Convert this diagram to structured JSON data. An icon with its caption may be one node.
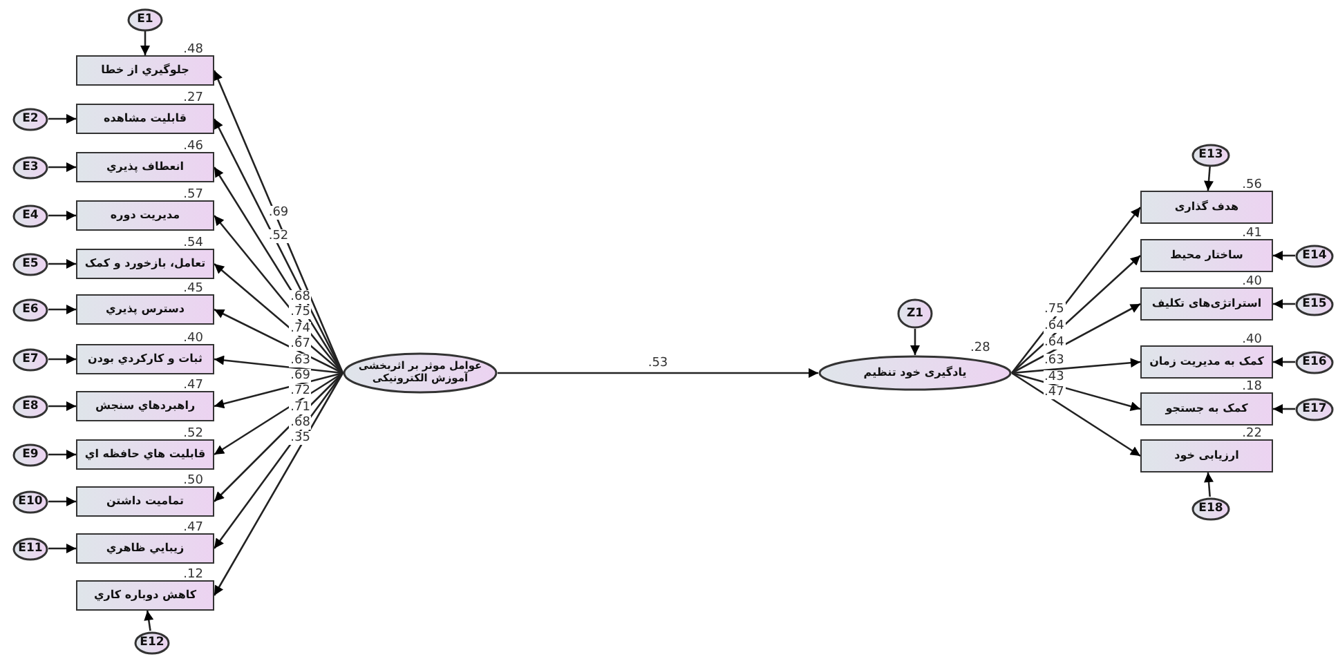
{
  "diagram": {
    "nodes": [
      {
        "text": [
          "جلوگيري از خطا"
        ],
        "beside": [
          ".48"
        ]
      },
      {
        "text": [
          "قابليت مشاهده"
        ],
        "beside": [
          ".27"
        ]
      },
      {
        "text": [
          "انعطاف پذيري"
        ],
        "beside": [
          ".46"
        ]
      },
      {
        "text": [
          "مديريت دوره"
        ],
        "beside": [
          ".57"
        ]
      },
      {
        "text": [
          "تعامل، بازخورد و كمک"
        ],
        "beside": [
          ".54"
        ]
      },
      {
        "text": [
          "دسترس پذيري"
        ],
        "beside": [
          ".45"
        ]
      },
      {
        "text": [
          "ثبات و كاركردي بودن"
        ],
        "beside": [
          ".40"
        ]
      },
      {
        "text": [
          "راهبردهاي سنجش"
        ],
        "beside": [
          ".47"
        ]
      },
      {
        "text": [
          "قابليت هاي حافظه اي"
        ],
        "beside": [
          ".52"
        ]
      },
      {
        "text": [
          "تماميت داشتن"
        ],
        "beside": [
          ".50"
        ]
      },
      {
        "text": [
          "زيبايي ظاهري"
        ],
        "beside": [
          ".47"
        ]
      },
      {
        "text": [
          "كاهش دوباره كاري"
        ],
        "beside": [
          ".12"
        ]
      },
      {
        "text": [
          "E1"
        ]
      },
      {
        "text": [
          "E2"
        ]
      },
      {
        "text": [
          "E3"
        ]
      },
      {
        "text": [
          "E4"
        ]
      },
      {
        "text": [
          "E5"
        ]
      },
      {
        "text": [
          "E6"
        ]
      },
      {
        "text": [
          "E7"
        ]
      },
      {
        "text": [
          "E8"
        ]
      },
      {
        "text": [
          "E9"
        ]
      },
      {
        "text": [
          "E10"
        ]
      },
      {
        "text": [
          "E11"
        ]
      },
      {
        "text": [
          "E12"
        ]
      },
      {
        "text": [
          "عوامل موثر بر اثربخشی آموزش الکترونیکی"
        ]
      },
      {
        "text": [
          "Z1"
        ]
      },
      {
        "text": [
          "یادگیری خود تنظیم"
        ],
        "beside": [
          ".28"
        ]
      },
      {
        "text": [
          "هدف گذاری"
        ],
        "beside": [
          ".56"
        ]
      },
      {
        "text": [
          "ساختار محیط"
        ],
        "beside": [
          ".41"
        ]
      },
      {
        "text": [
          "استراتژی‌های تکلیف"
        ],
        "beside": [
          ".40"
        ]
      },
      {
        "text": [
          "کمک به مدیریت زمان"
        ],
        "beside": [
          ".40"
        ]
      },
      {
        "text": [
          "کمک به جستجو"
        ],
        "beside": [
          ".18"
        ]
      },
      {
        "text": [
          "ارزیابی خود"
        ],
        "beside": [
          ".22"
        ]
      },
      {
        "text": [
          "E13"
        ]
      },
      {
        "text": [
          "E14"
        ]
      },
      {
        "text": [
          "E15"
        ]
      },
      {
        "text": [
          "E16"
        ]
      },
      {
        "text": [
          "E17"
        ]
      },
      {
        "text": [
          "E18"
        ]
      }
    ],
    "edges": [
      {
        "from": 12,
        "to": 0,
        "arrow": "to"
      },
      {
        "from": 13,
        "to": 1,
        "arrow": "to"
      },
      {
        "from": 14,
        "to": 2,
        "arrow": "to"
      },
      {
        "from": 15,
        "to": 3,
        "arrow": "to"
      },
      {
        "from": 16,
        "to": 4,
        "arrow": "to"
      },
      {
        "from": 17,
        "to": 5,
        "arrow": "to"
      },
      {
        "from": 18,
        "to": 6,
        "arrow": "to"
      },
      {
        "from": 19,
        "to": 7,
        "arrow": "to"
      },
      {
        "from": 20,
        "to": 8,
        "arrow": "to"
      },
      {
        "from": 21,
        "to": 9,
        "arrow": "to"
      },
      {
        "from": 22,
        "to": 10,
        "arrow": "to"
      },
      {
        "from": 23,
        "to": 11,
        "arrow": "to"
      },
      {
        "from": 24,
        "to": 0,
        "arrow": "to",
        "label": ".69"
      },
      {
        "from": 24,
        "to": 1,
        "arrow": "to",
        "label": ".52"
      },
      {
        "from": 24,
        "to": 2,
        "arrow": "to",
        "label": ".68"
      },
      {
        "from": 24,
        "to": 3,
        "arrow": "to",
        "label": ".75"
      },
      {
        "from": 24,
        "to": 4,
        "arrow": "to",
        "label": ".74"
      },
      {
        "from": 24,
        "to": 5,
        "arrow": "to",
        "label": ".67"
      },
      {
        "from": 24,
        "to": 6,
        "arrow": "to",
        "label": ".63"
      },
      {
        "from": 24,
        "to": 7,
        "arrow": "to",
        "label": ".69"
      },
      {
        "from": 24,
        "to": 8,
        "arrow": "to",
        "label": ".72"
      },
      {
        "from": 24,
        "to": 9,
        "arrow": "to",
        "label": ".71"
      },
      {
        "from": 24,
        "to": 10,
        "arrow": "to",
        "label": ".68"
      },
      {
        "from": 24,
        "to": 11,
        "arrow": "to",
        "label": ".35"
      },
      {
        "from": 24,
        "to": 26,
        "arrow": "to",
        "label": ".53"
      },
      {
        "from": 25,
        "to": 26,
        "arrow": "to"
      },
      {
        "from": 26,
        "to": 27,
        "arrow": "to",
        "label": ".75"
      },
      {
        "from": 26,
        "to": 28,
        "arrow": "to",
        "label": ".64"
      },
      {
        "from": 26,
        "to": 29,
        "arrow": "to",
        "label": ".64"
      },
      {
        "from": 26,
        "to": 30,
        "arrow": "to",
        "label": ".63"
      },
      {
        "from": 26,
        "to": 31,
        "arrow": "to",
        "label": ".43"
      },
      {
        "from": 26,
        "to": 32,
        "arrow": "to",
        "label": ".47"
      },
      {
        "from": 33,
        "to": 27,
        "arrow": "to"
      },
      {
        "from": 34,
        "to": 28,
        "arrow": "to"
      },
      {
        "from": 35,
        "to": 29,
        "arrow": "to"
      },
      {
        "from": 36,
        "to": 30,
        "arrow": "to"
      },
      {
        "from": 37,
        "to": 31,
        "arrow": "to"
      },
      {
        "from": 38,
        "to": 32,
        "arrow": "to"
      }
    ]
  }
}
